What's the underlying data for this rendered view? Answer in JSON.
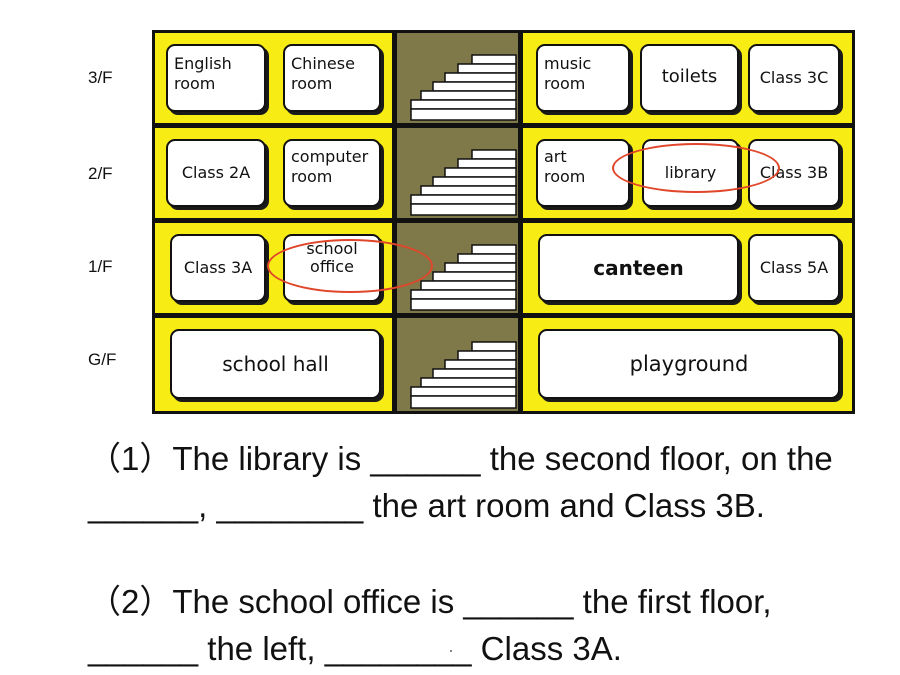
{
  "floors": {
    "third": "3/F",
    "second": "2/F",
    "first": "1/F",
    "ground": "G/F"
  },
  "rooms": {
    "english_room": "English\nroom",
    "chinese_room": "Chinese\nroom",
    "music_room": "music\nroom",
    "toilets": "toilets",
    "class_3c": "Class 3C",
    "class_2a": "Class 2A",
    "computer_room": "computer\nroom",
    "art_room": "art\nroom",
    "library": "library",
    "class_3b": "Class 3B",
    "class_3a": "Class 3A",
    "school_office": "school\noffice",
    "canteen": "canteen",
    "class_5a": "Class 5A",
    "school_hall": "school hall",
    "playground": "playground"
  },
  "colors": {
    "floor_fill": "#f7ec14",
    "stair_fill": "#7f7849",
    "highlight_circle": "#e0462a"
  },
  "questions": {
    "q1": "（1）The library is ______ the second floor, on the ______, ________ the art room and Class 3B.",
    "q2": "（2）The school office is ______ the first floor, ______ the left, ________ Class 3A."
  }
}
